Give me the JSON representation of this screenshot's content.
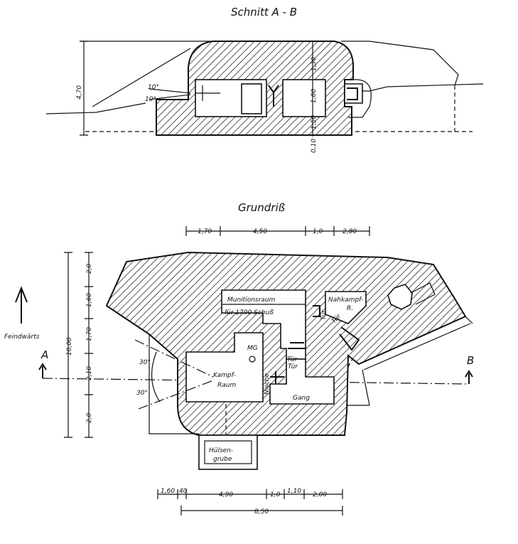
{
  "section": {
    "title": "Schnitt A - B",
    "dims": {
      "height": "4,70",
      "roof": "1,30",
      "wall": "1,80",
      "base": "1,50",
      "footing": "0,10"
    },
    "angles": [
      "10°",
      "10°"
    ]
  },
  "plan": {
    "title": "Grundriß",
    "top_dims": [
      "1,70",
      "4,50",
      "1,0",
      "2,80"
    ],
    "left_dims": [
      "2,0",
      "1,60",
      "1,70",
      "2,10",
      "2,0"
    ],
    "left_total": "10,00",
    "bottom_dims": [
      "1,60",
      "40",
      "4,90",
      "1,0",
      "1,10",
      "2,00"
    ],
    "bottom_total": "8,50",
    "angles": [
      "30°",
      "30°"
    ],
    "rooms": {
      "munition_1": "Munitionsraum",
      "munition_2": "für 1700 Schuß",
      "kampf_1": "Kampf-",
      "kampf_2": "Raum",
      "nahkampf_1": "Nahkampf-",
      "nahkampf_2": "R.",
      "huelsen_1": "Hülsen-",
      "huelsen_2": "grube",
      "gang": "Gang"
    },
    "notes": [
      "MG",
      "Nische",
      "Tür",
      "Tür",
      "Tür",
      "Tür"
    ],
    "feindwaerts": "Feindwärts",
    "section_a": "A",
    "section_b": "B"
  }
}
